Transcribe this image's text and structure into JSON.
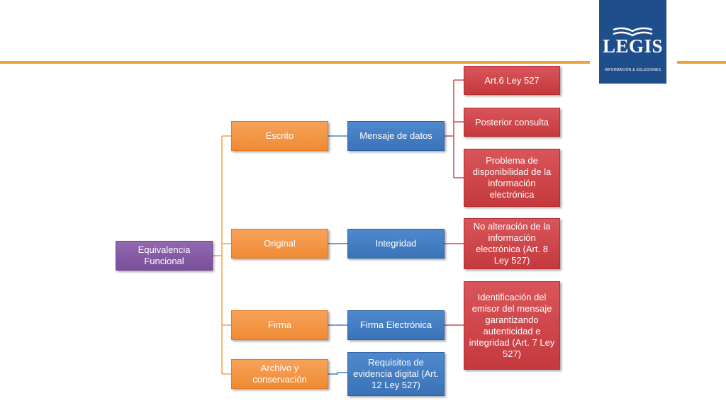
{
  "header": {
    "logo": {
      "name": "LEGIS",
      "tagline": "INFORMACIÓN & SOLUCIONES",
      "bg_color": "#1F4E8C"
    },
    "rule_color": "#F0A040"
  },
  "diagram": {
    "root": "Equivalencia Funcional",
    "branches": [
      {
        "label": "Escrito",
        "child": "Mensaje de datos",
        "leaves": [
          "Art.6 Ley 527",
          "Posterior consulta",
          "Problema de disponibilidad de la información electrónica"
        ]
      },
      {
        "label": "Original",
        "child": "Integridad",
        "leaves": [
          "No alteración de la información electrónica (Art. 8 Ley 527)"
        ]
      },
      {
        "label": "Firma",
        "child": "Firma Electrónica",
        "leaves": [
          "Identificación del emisor del mensaje garantizando autenticidad e integridad (Art. 7 Ley 527)"
        ]
      },
      {
        "label": "Archivo y conservación",
        "child": "Requisitos de evidencia digital (Art. 12 Ley 527)",
        "leaves": []
      }
    ],
    "colors": {
      "root": "#7A4F9B",
      "level1": "#EF8B33",
      "level2": "#3A73B8",
      "level3": "#C4393E",
      "connector_orange": "#F0A050",
      "connector_blue": "#4A7FC0",
      "connector_red": "#D04A4E"
    }
  }
}
